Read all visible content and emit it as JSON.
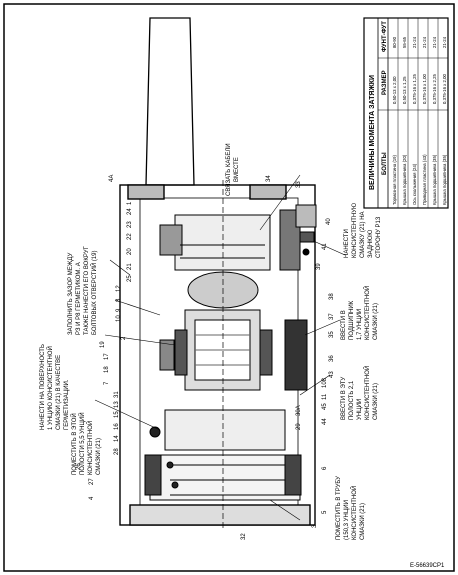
{
  "drawing": {
    "doc_code": "E-56639CP1",
    "annotations": [
      "НАНЕСТИ НА ПОВЕРХНОСТЬ",
      "1 УНЦИЮ КОНСИСТЕНТНОЙ",
      "СМАЗКИ (21) В КАЧЕСТВЕ",
      "ГЕРМЕТИЗАЦИИ."
    ],
    "fill_gap": [
      "ЗАПОЛНИТЬ ЗАЗОР МЕЖДУ",
      "РЗ И Р8 ГЕРМЕТИКОМ. А",
      "ТАКЖЕ НАНЕСТИ ЕГО ВОКРУГ",
      "БОЛТОВЫХ ОТВЕРСТИЙ (19)"
    ],
    "cavity": [
      "ПОМЕСТИТЬ В ЭТОЙ",
      "ПОЛОСТИ 5,5 УНЦИЙ",
      "КОНСИСТЕНТНОЙ",
      "СМАЗКИ (21)"
    ],
    "tie_cable": [
      "СВЯЗАТЬ КАБЕЛИ",
      "ВМЕСТЕ"
    ],
    "apply_back": [
      "НАНЕСТИ",
      "КОНСИСТЕНТНУЮ",
      "СМАЗКУ (21) НА",
      "ЗАДНЮЮ",
      "СТОРОНУ Р13"
    ],
    "bearing_inject": [
      "ВВЕСТИ В",
      "ПОДШИПНИК",
      "1,7 УНЦИИ",
      "КОНСИСТЕНТНОЙ",
      "СМАЗКИ (21)"
    ],
    "cavity_inject": [
      "ВВЕСТИ В ЭТУ",
      "ПОЛОСТЬ 2,1",
      "УНЦИИ",
      "КОНСИСТЕНТНОЙ",
      "СМАЗКИ (21)"
    ],
    "pipe": [
      "ПОМЕСТИТЬ В ТРУБУ",
      "(150,3 УНЦИИ",
      "КОНСИСТЕНТНОЙ",
      "СМАЗКИ (21)"
    ],
    "part_numbers": [
      "4A",
      "1",
      "24",
      "23",
      "22",
      "20",
      "21",
      "25",
      "12",
      "8",
      "9",
      "10",
      "2",
      "19",
      "17",
      "18",
      "7",
      "31",
      "13",
      "15",
      "16",
      "14",
      "26",
      "28",
      "27",
      "4",
      "29",
      "30A",
      "5",
      "3",
      "32",
      "6",
      "11",
      "108",
      "45",
      "44",
      "43",
      "36",
      "35",
      "37",
      "38",
      "39",
      "41",
      "40",
      "33",
      "34"
    ]
  },
  "torque_table": {
    "title": "ВЕЛИЧИНЫ МОМЕНТА ЗАТЯЖКИ",
    "headers": [
      "БОЛТЫ",
      "РАЗМЕР",
      "ФУНТ-ФУТ"
    ],
    "rows": [
      [
        "Тормозная пластина (19)",
        "0,50-13 x 2,00",
        "80-90"
      ],
      [
        "Крышка подшипника (20)",
        "0,50-13 x 1,25",
        "55-65"
      ],
      [
        "Ось скольжения (24)",
        "0,375-16 x 1,25",
        "21-24"
      ],
      [
        "Приводная пластина (43)",
        "0,375-16 x 1,00",
        "21-24"
      ],
      [
        "Крышка подшипника (35)",
        "0,375-16 x 2,25",
        "21-24"
      ],
      [
        "Крышка подшипника (35)",
        "0,375-16 x 2,00",
        "21-24"
      ]
    ]
  }
}
